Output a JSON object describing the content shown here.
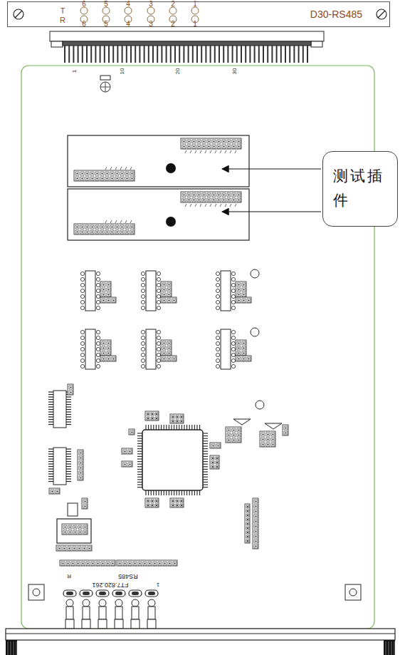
{
  "diagram": {
    "nodes": [
      {
        "text": [
          "D30-RS485"
        ]
      },
      {
        "text": [
          "测试插件"
        ]
      }
    ],
    "labels": [
      "T",
      "R",
      "6",
      "5",
      "4",
      "3",
      "2",
      "1",
      "6",
      "5",
      "4",
      "3",
      "2",
      "1",
      "1",
      "10",
      "20",
      "30",
      "RS485",
      "FT7.820.261",
      "R",
      "1"
    ]
  }
}
